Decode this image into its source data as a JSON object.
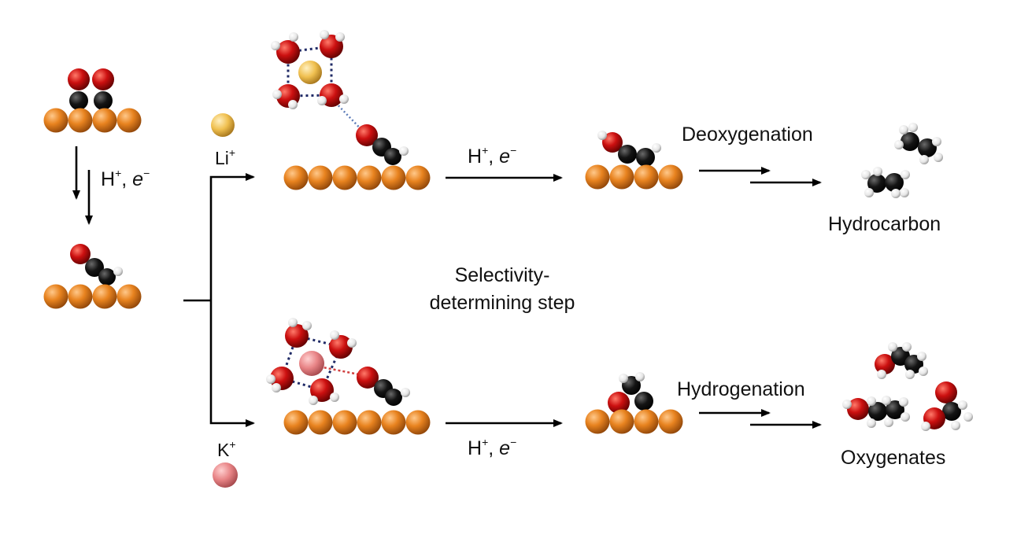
{
  "labels": {
    "left_step": {
      "main": "H",
      "plus": "+",
      "comma": ", ",
      "e": "e",
      "minus": "−"
    },
    "li_ion": {
      "main": "Li",
      "plus": "+"
    },
    "k_ion": {
      "main": "K",
      "plus": "+"
    },
    "top_step": {
      "main": "H",
      "plus": "+",
      "comma": ", ",
      "e": "e",
      "minus": "−"
    },
    "bottom_step": {
      "main": "H",
      "plus": "+",
      "comma": ", ",
      "e": "e",
      "minus": "−"
    },
    "deoxygenation": "Deoxygenation",
    "hydrogenation": "Hydrogenation",
    "hydrocarbon": "Hydrocarbon",
    "oxygenates": "Oxygenates",
    "selectivity_line1": "Selectivity-",
    "selectivity_line2": "determining step"
  },
  "colors": {
    "copper": "#e0801f",
    "oxygen": "#c8100f",
    "carbon": "#111111",
    "hydrogen": "#f2f2f2",
    "li_cation": "#f2c25a",
    "k_cation": "#e98486",
    "h_bond_top": "#5d7cb8",
    "h_bond_bottom": "#d04040",
    "water_shell": "#1f2a66"
  }
}
